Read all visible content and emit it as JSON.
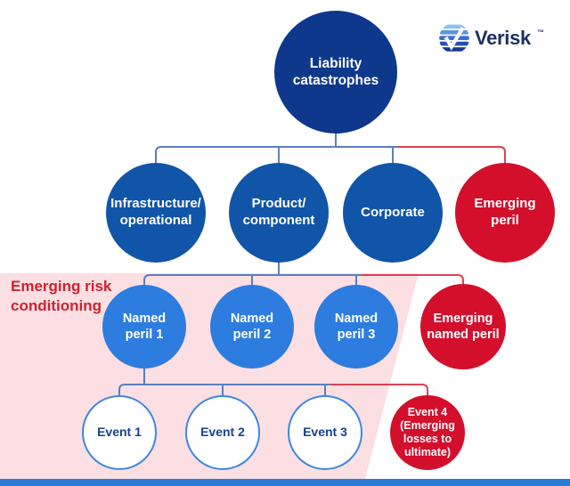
{
  "logo": {
    "brand": "Verisk",
    "trademark": "TM"
  },
  "annotation": {
    "label": [
      "Emerging risk",
      "conditioning"
    ]
  },
  "nodes": {
    "root": {
      "label": [
        "Liability",
        "catastrophes"
      ]
    },
    "level2": [
      {
        "label": [
          "Infrastructure/",
          "operational"
        ],
        "type": "standard"
      },
      {
        "label": [
          "Product/",
          "component"
        ],
        "type": "standard"
      },
      {
        "label": [
          "Corporate"
        ],
        "type": "standard"
      },
      {
        "label": [
          "Emerging",
          "peril"
        ],
        "type": "emerging"
      }
    ],
    "level3": [
      {
        "label": [
          "Named",
          "peril 1"
        ],
        "type": "standard"
      },
      {
        "label": [
          "Named",
          "peril 2"
        ],
        "type": "standard"
      },
      {
        "label": [
          "Named",
          "peril 3"
        ],
        "type": "standard"
      },
      {
        "label": [
          "Emerging",
          "named peril"
        ],
        "type": "emerging"
      }
    ],
    "level4": [
      {
        "label": [
          "Event 1"
        ],
        "type": "standard"
      },
      {
        "label": [
          "Event 2"
        ],
        "type": "standard"
      },
      {
        "label": [
          "Event 3"
        ],
        "type": "standard"
      },
      {
        "label": [
          "Event 4",
          "(Emerging",
          "losses to",
          "ultimate)"
        ],
        "type": "emerging"
      }
    ]
  },
  "colors": {
    "root_circle": "#0d388c",
    "level2_circle": "#1155a8",
    "level3_circle": "#2d7ce0",
    "event_circle_border": "#3f87e0",
    "event_text": "#14418f",
    "emerging_red": "#d30f2c",
    "connector_blue": "#5b7fc0",
    "connector_red": "#dc4250",
    "highlight_pink": "#fbdfe3",
    "annotation_red": "#d0212f",
    "bottom_bar_blue": "#2a7ad8",
    "logo_navy": "#1d3160"
  }
}
